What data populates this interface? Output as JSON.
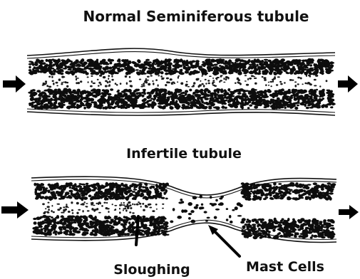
{
  "diagram": {
    "normal_title": "Normal Seminiferous tubule",
    "infertile_title": "Infertile tubule",
    "label_sloughing": "Sloughing",
    "label_mast_cells": "Mast Cells"
  },
  "colors": {
    "ink": "#111111",
    "background": "#ffffff"
  }
}
